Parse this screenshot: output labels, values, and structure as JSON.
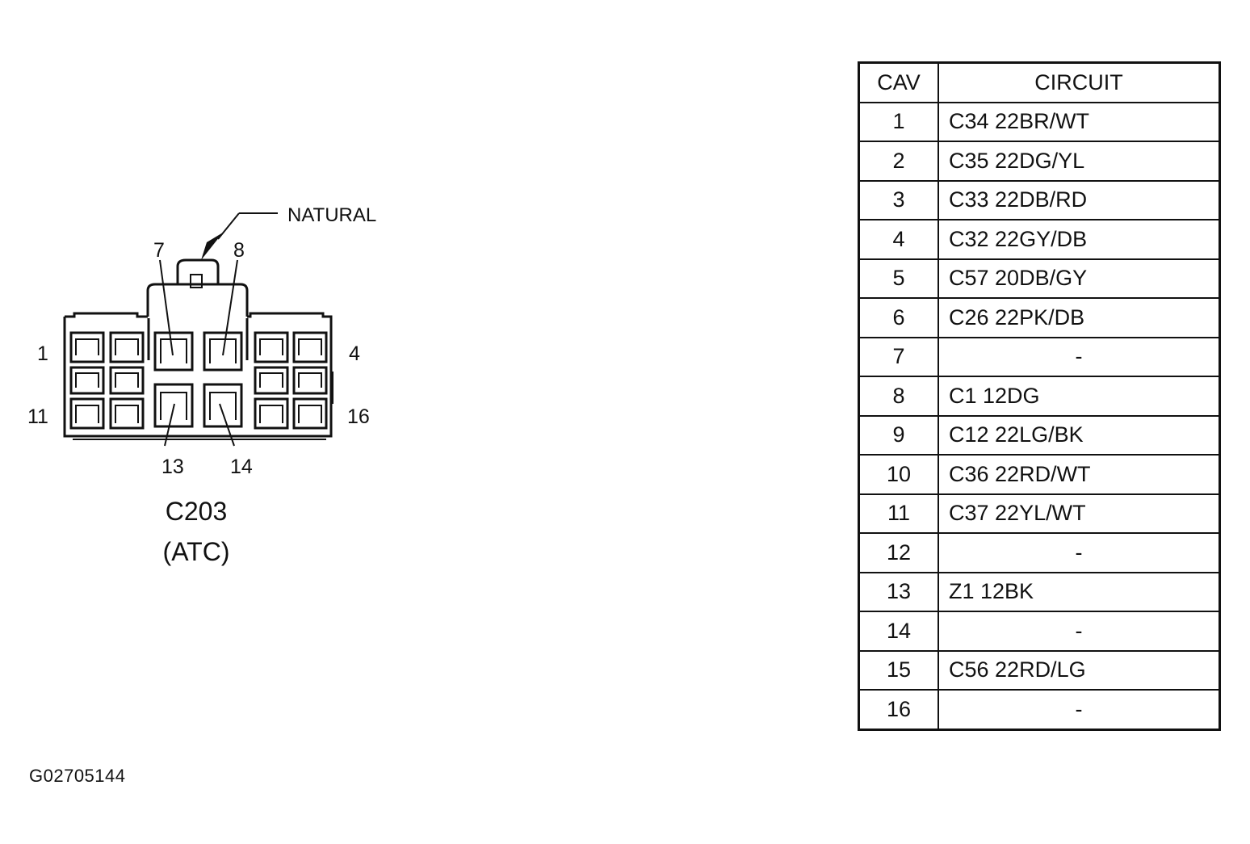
{
  "connector": {
    "name": "C203",
    "subtitle": "(ATC)",
    "color_label": "NATURAL",
    "pin_labels": {
      "p1": "1",
      "p4": "4",
      "p7": "7",
      "p8": "8",
      "p11": "11",
      "p13": "13",
      "p14": "14",
      "p16": "16"
    }
  },
  "table": {
    "headers": {
      "cav": "CAV",
      "circuit": "CIRCUIT"
    },
    "rows": [
      {
        "cav": "1",
        "circuit": "C34 22BR/WT"
      },
      {
        "cav": "2",
        "circuit": "C35 22DG/YL"
      },
      {
        "cav": "3",
        "circuit": "C33 22DB/RD"
      },
      {
        "cav": "4",
        "circuit": "C32 22GY/DB"
      },
      {
        "cav": "5",
        "circuit": "C57 20DB/GY"
      },
      {
        "cav": "6",
        "circuit": "C26 22PK/DB"
      },
      {
        "cav": "7",
        "circuit": "-"
      },
      {
        "cav": "8",
        "circuit": "C1 12DG"
      },
      {
        "cav": "9",
        "circuit": "C12 22LG/BK"
      },
      {
        "cav": "10",
        "circuit": "C36 22RD/WT"
      },
      {
        "cav": "11",
        "circuit": "C37 22YL/WT"
      },
      {
        "cav": "12",
        "circuit": "-"
      },
      {
        "cav": "13",
        "circuit": "Z1 12BK"
      },
      {
        "cav": "14",
        "circuit": "-"
      },
      {
        "cav": "15",
        "circuit": "C56 22RD/LG"
      },
      {
        "cav": "16",
        "circuit": "-"
      }
    ]
  },
  "figure_id": "G02705144"
}
